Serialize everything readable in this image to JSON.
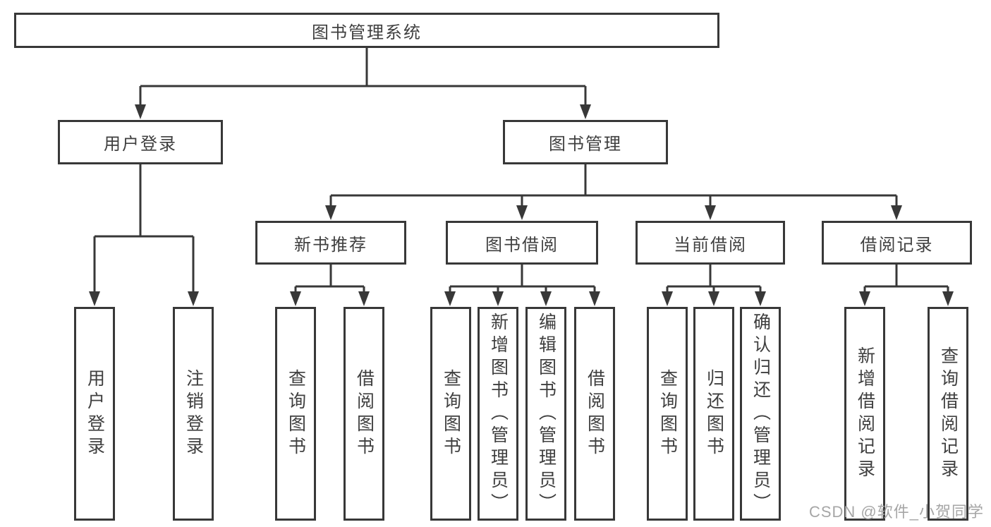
{
  "diagram": {
    "tree": {
      "label": "图书管理系统",
      "children": [
        {
          "label": "用户登录",
          "children": [
            {
              "label": "用户登录"
            },
            {
              "label": "注销登录"
            }
          ]
        },
        {
          "label": "图书管理",
          "children": [
            {
              "label": "新书推荐",
              "children": [
                {
                  "label": "查询图书"
                },
                {
                  "label": "借阅图书"
                }
              ]
            },
            {
              "label": "图书借阅",
              "children": [
                {
                  "label": "查询图书"
                },
                {
                  "label": "新增图书（管理员）"
                },
                {
                  "label": "编辑图书（管理员）"
                },
                {
                  "label": "借阅图书"
                }
              ]
            },
            {
              "label": "当前借阅",
              "children": [
                {
                  "label": "查询图书"
                },
                {
                  "label": "归还图书"
                },
                {
                  "label": "确认归还（管理员）"
                }
              ]
            },
            {
              "label": "借阅记录",
              "children": [
                {
                  "label": "新增借阅记录"
                },
                {
                  "label": "查询借阅记录"
                }
              ]
            }
          ]
        }
      ]
    }
  },
  "watermark": {
    "text": "CSDN @软件_小贺同学"
  },
  "colors": {
    "line": "#383838",
    "border": "#383838",
    "text": "#3f3f3f",
    "background": "#ffffff",
    "watermark": "#a6a6a6"
  }
}
